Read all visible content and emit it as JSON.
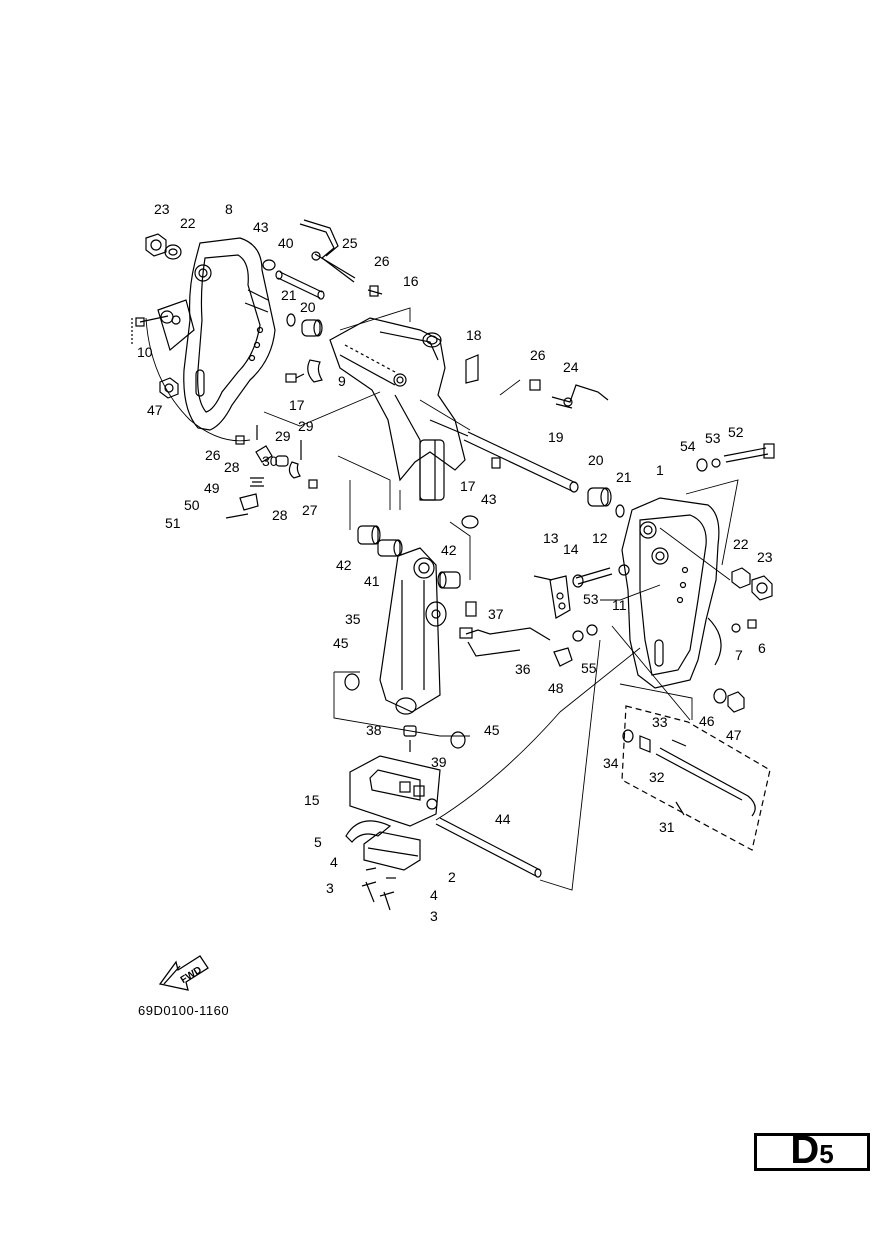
{
  "diagram": {
    "part_labels": [
      {
        "id": "p23a",
        "text": "23"
      },
      {
        "id": "p22a",
        "text": "22"
      },
      {
        "id": "p8",
        "text": "8"
      },
      {
        "id": "p43a",
        "text": "43"
      },
      {
        "id": "p40",
        "text": "40"
      },
      {
        "id": "p25",
        "text": "25"
      },
      {
        "id": "p26a",
        "text": "26"
      },
      {
        "id": "p16",
        "text": "16"
      },
      {
        "id": "p21a",
        "text": "21"
      },
      {
        "id": "p20a",
        "text": "20"
      },
      {
        "id": "p10",
        "text": "10"
      },
      {
        "id": "p18",
        "text": "18"
      },
      {
        "id": "p9",
        "text": "9"
      },
      {
        "id": "p26b",
        "text": "26"
      },
      {
        "id": "p24",
        "text": "24"
      },
      {
        "id": "p47a",
        "text": "47"
      },
      {
        "id": "p17a",
        "text": "17"
      },
      {
        "id": "p29a",
        "text": "29"
      },
      {
        "id": "p29b",
        "text": "29"
      },
      {
        "id": "p19",
        "text": "19"
      },
      {
        "id": "p26c",
        "text": "26"
      },
      {
        "id": "p28a",
        "text": "28"
      },
      {
        "id": "p30",
        "text": "30"
      },
      {
        "id": "p54",
        "text": "54"
      },
      {
        "id": "p53a",
        "text": "53"
      },
      {
        "id": "p52",
        "text": "52"
      },
      {
        "id": "p49",
        "text": "49"
      },
      {
        "id": "p17b",
        "text": "17"
      },
      {
        "id": "p20b",
        "text": "20"
      },
      {
        "id": "p1",
        "text": "1"
      },
      {
        "id": "p28b",
        "text": "28"
      },
      {
        "id": "p27",
        "text": "27"
      },
      {
        "id": "p21b",
        "text": "21"
      },
      {
        "id": "p50",
        "text": "50"
      },
      {
        "id": "p43b",
        "text": "43"
      },
      {
        "id": "p51",
        "text": "51"
      },
      {
        "id": "p13",
        "text": "13"
      },
      {
        "id": "p14",
        "text": "14"
      },
      {
        "id": "p12",
        "text": "12"
      },
      {
        "id": "p22b",
        "text": "22"
      },
      {
        "id": "p23b",
        "text": "23"
      },
      {
        "id": "p42a",
        "text": "42"
      },
      {
        "id": "p41",
        "text": "41"
      },
      {
        "id": "p42b",
        "text": "42"
      },
      {
        "id": "p11",
        "text": "11"
      },
      {
        "id": "p53b",
        "text": "53"
      },
      {
        "id": "p37",
        "text": "37"
      },
      {
        "id": "p35",
        "text": "35"
      },
      {
        "id": "p7",
        "text": "7"
      },
      {
        "id": "p6",
        "text": "6"
      },
      {
        "id": "p55",
        "text": "55"
      },
      {
        "id": "p45a",
        "text": "45"
      },
      {
        "id": "p36",
        "text": "36"
      },
      {
        "id": "p48",
        "text": "48"
      },
      {
        "id": "p46",
        "text": "46"
      },
      {
        "id": "p47b",
        "text": "47"
      },
      {
        "id": "p38",
        "text": "38"
      },
      {
        "id": "p45b",
        "text": "45"
      },
      {
        "id": "p33",
        "text": "33"
      },
      {
        "id": "p39",
        "text": "39"
      },
      {
        "id": "p34",
        "text": "34"
      },
      {
        "id": "p32",
        "text": "32"
      },
      {
        "id": "p15",
        "text": "15"
      },
      {
        "id": "p31",
        "text": "31"
      },
      {
        "id": "p44",
        "text": "44"
      },
      {
        "id": "p5",
        "text": "5"
      },
      {
        "id": "p4a",
        "text": "4"
      },
      {
        "id": "p2",
        "text": "2"
      },
      {
        "id": "p3a",
        "text": "3"
      },
      {
        "id": "p4b",
        "text": "4"
      },
      {
        "id": "p3b",
        "text": "3"
      }
    ],
    "fwd_label": "FWD",
    "reference_code": "69D0100-1160"
  },
  "page_id": {
    "letter": "D",
    "number": "5"
  }
}
